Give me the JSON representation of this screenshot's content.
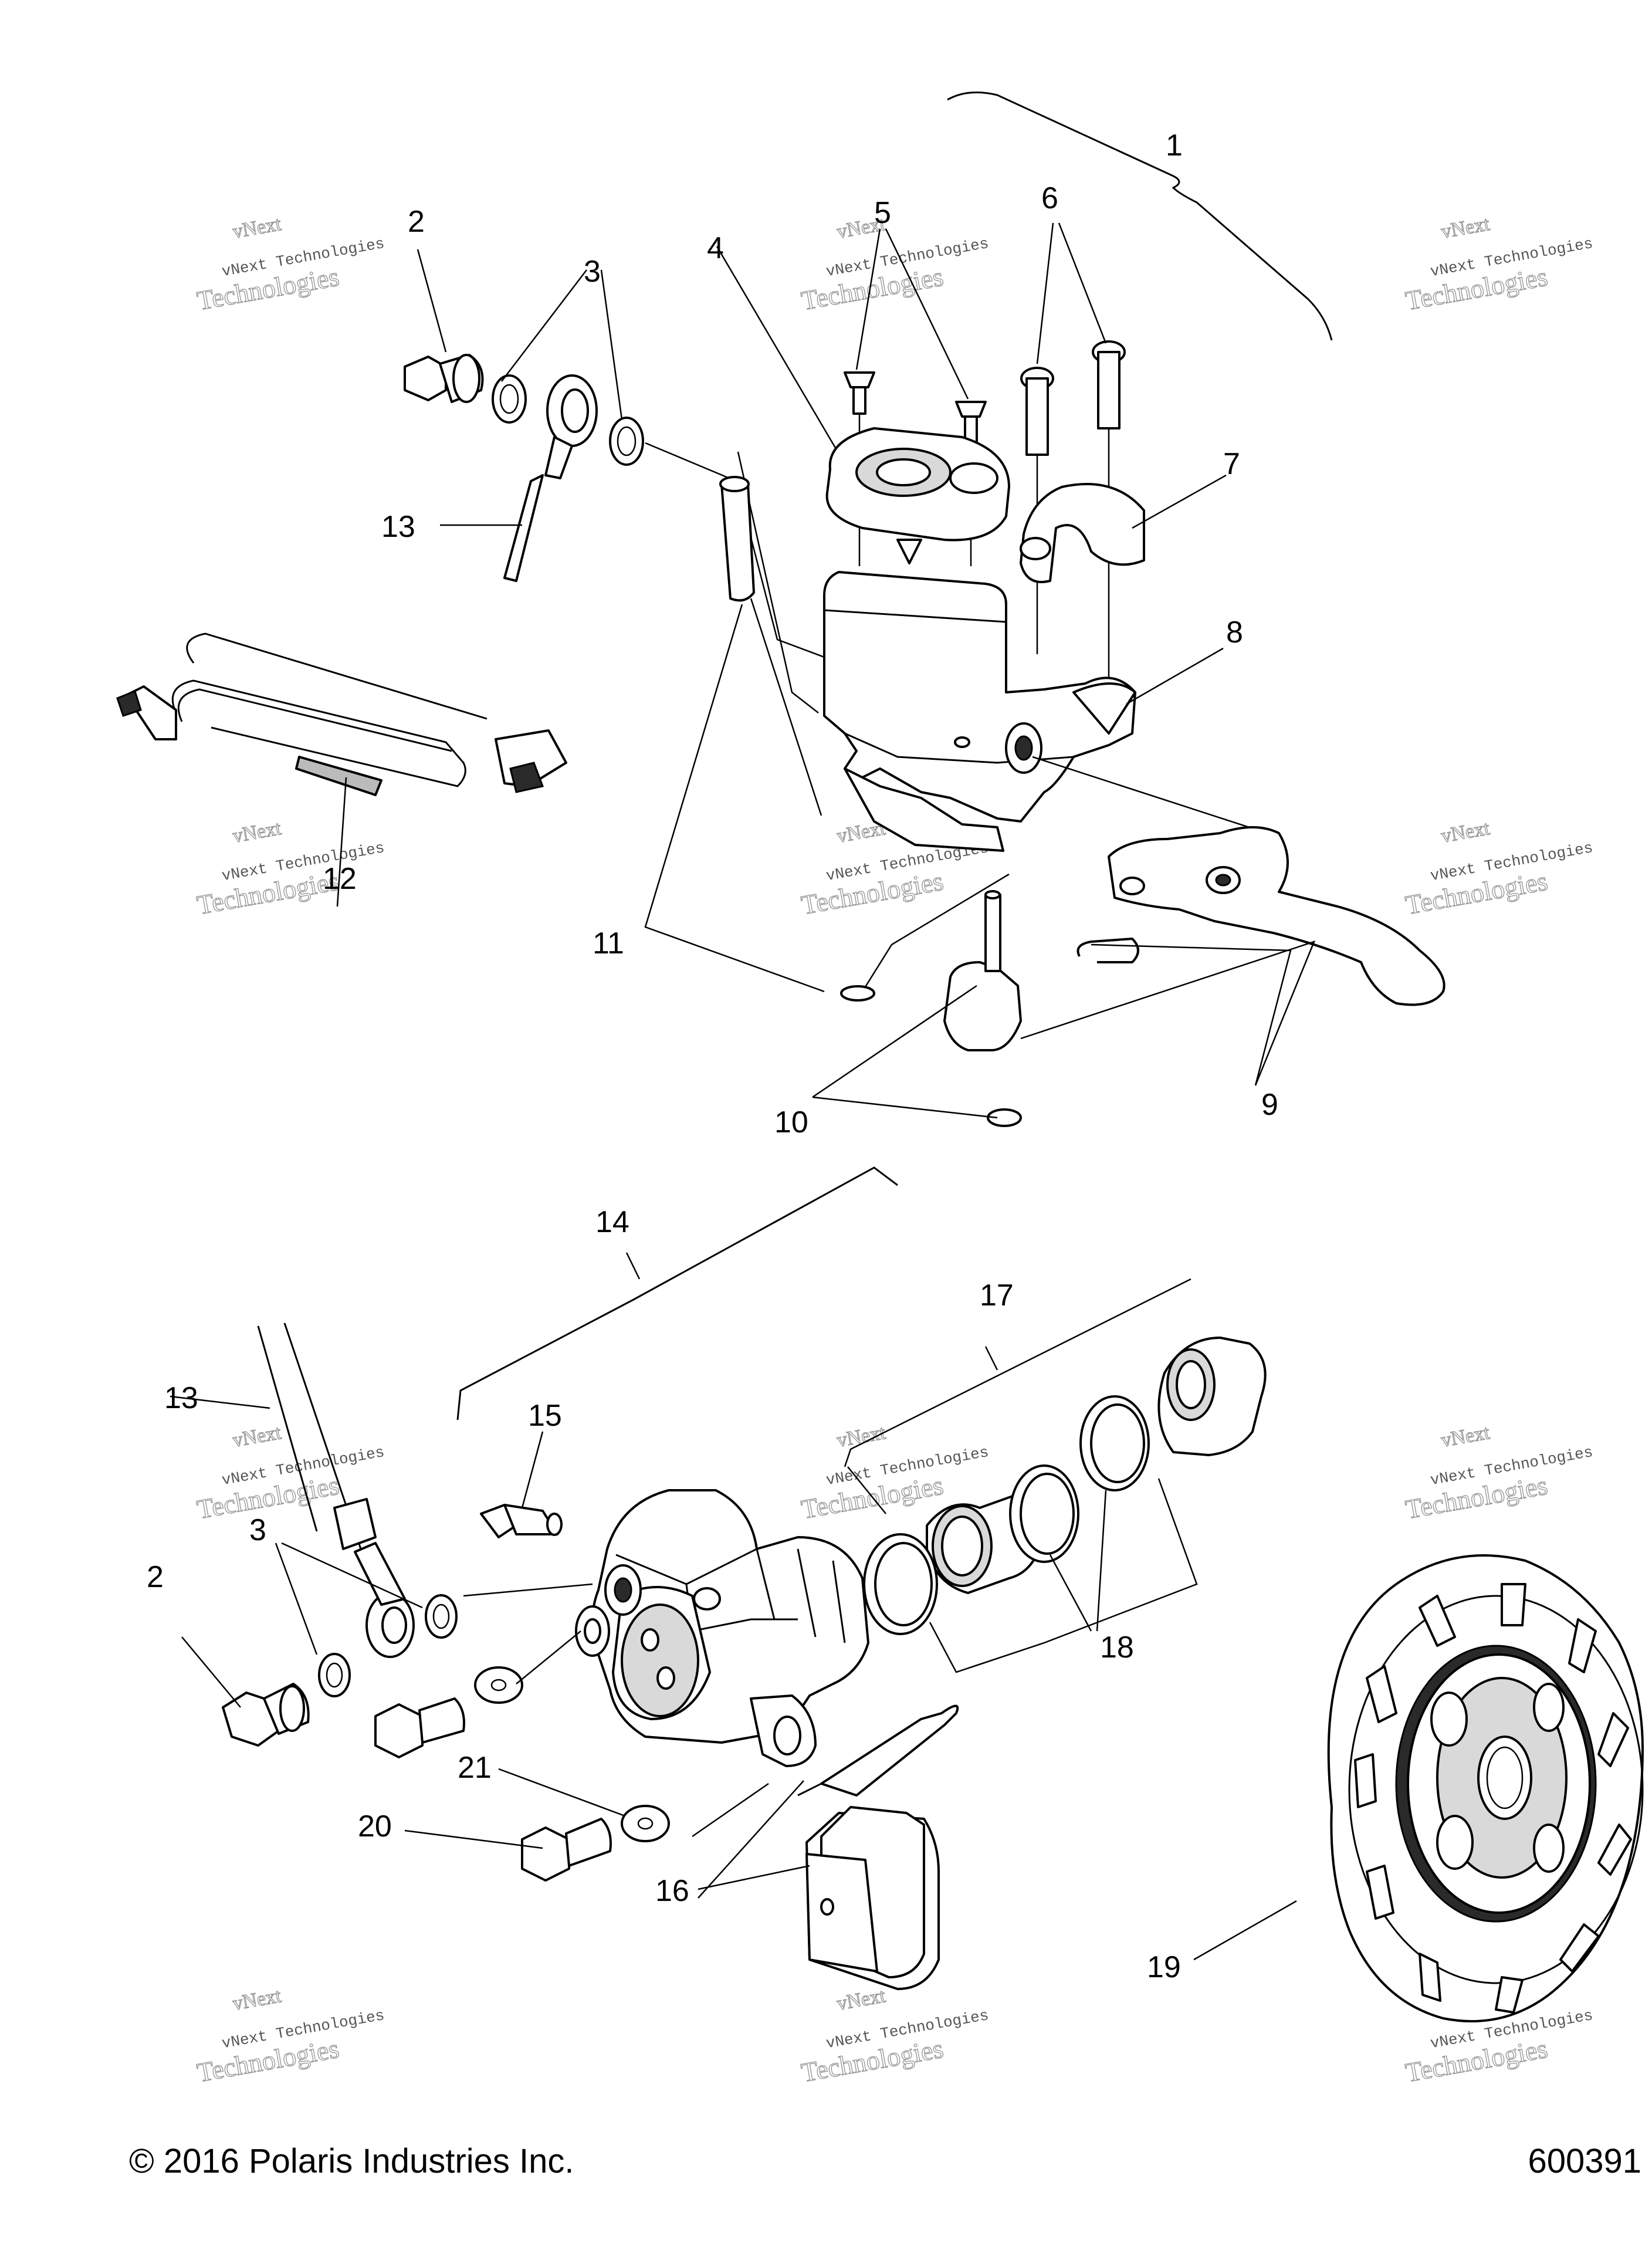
{
  "callouts": [
    "1",
    "2",
    "3",
    "4",
    "5",
    "6",
    "7",
    "8",
    "9",
    "10",
    "11",
    "12",
    "13",
    "14",
    "15",
    "16",
    "17",
    "18",
    "19",
    "20",
    "21"
  ],
  "callouts_repeat": {
    "2": "2",
    "3": "3",
    "13": "13"
  },
  "watermark": {
    "line1": "vNext",
    "line2": "vNext Technologies",
    "line3": "Technologies"
  },
  "footer": {
    "copyright": "© 2016 Polaris Industries Inc.",
    "figure_number": "600391"
  }
}
